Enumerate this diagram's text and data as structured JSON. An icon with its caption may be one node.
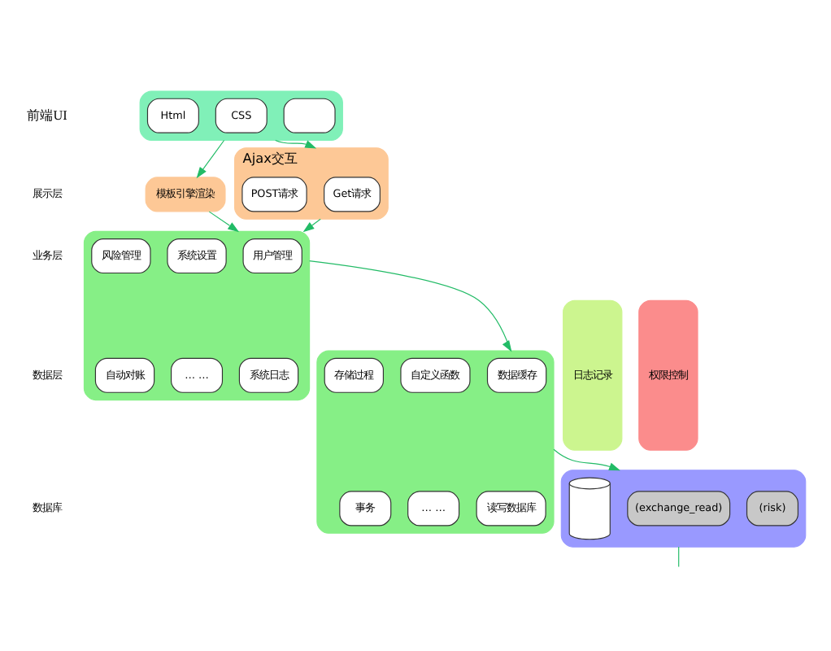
{
  "diagram": {
    "nodes": [
      {
        "text": [],
        "shape": "box"
      },
      {
        "text": [
          "Html"
        ],
        "in": 0
      },
      {
        "text": [
          "CSS"
        ],
        "in": 0
      },
      {
        "text": [],
        "shape": "box",
        "in": 0
      },
      {
        "text": [
          "模板引擎渲染"
        ]
      },
      {
        "text": [
          "Ajax交互"
        ]
      },
      {
        "text": [
          "POST请求"
        ],
        "in": 5
      },
      {
        "text": [
          "Get请求"
        ],
        "in": 5
      },
      {
        "text": [],
        "shape": "box"
      },
      {
        "text": [
          "风险管理"
        ],
        "in": 8
      },
      {
        "text": [
          "用户管理"
        ],
        "in": 8
      },
      {
        "text": [
          "系统设置"
        ],
        "in": 8
      },
      {
        "text": [
          "自动对账"
        ],
        "in": 8
      },
      {
        "text": [
          "系统日志"
        ],
        "in": 8
      },
      {
        "text": [
          "… …"
        ],
        "in": 8
      },
      {
        "text": [],
        "shape": "box"
      },
      {
        "text": [
          "存储过程"
        ],
        "in": 15
      },
      {
        "text": [
          "数据缓存"
        ],
        "in": 15
      },
      {
        "text": [
          "自定义函数"
        ],
        "in": 15
      },
      {
        "text": [
          "事务"
        ],
        "in": 15
      },
      {
        "text": [
          "读写数据库"
        ],
        "in": 15
      },
      {
        "text": [
          "… …"
        ],
        "in": 15
      },
      {
        "text": [
          "日志记录"
        ]
      },
      {
        "text": [
          "权限控制"
        ]
      },
      {
        "text": [],
        "shape": "box"
      },
      {
        "text": [],
        "shape": "cylinder",
        "in": 24
      },
      {
        "text": [
          "(exchange_read)"
        ],
        "in": 24
      },
      {
        "text": [
          "(risk)"
        ],
        "in": 24
      }
    ],
    "edges": [
      {
        "from": 0,
        "to": 4,
        "arrow": "to"
      },
      {
        "from": 0,
        "to": 5,
        "arrow": "to"
      },
      {
        "from": 4,
        "to": 8,
        "arrow": "to"
      },
      {
        "from": 5,
        "to": 8,
        "arrow": "to"
      },
      {
        "from": 8,
        "to": 15,
        "arrow": "to"
      },
      {
        "from": 15,
        "to": 24,
        "arrow": "to"
      },
      {
        "from": 24,
        "to": null,
        "arrow": "none"
      }
    ],
    "labels": [
      "前端UI",
      "展示层",
      "业务层",
      "数据层",
      "数据库"
    ]
  }
}
